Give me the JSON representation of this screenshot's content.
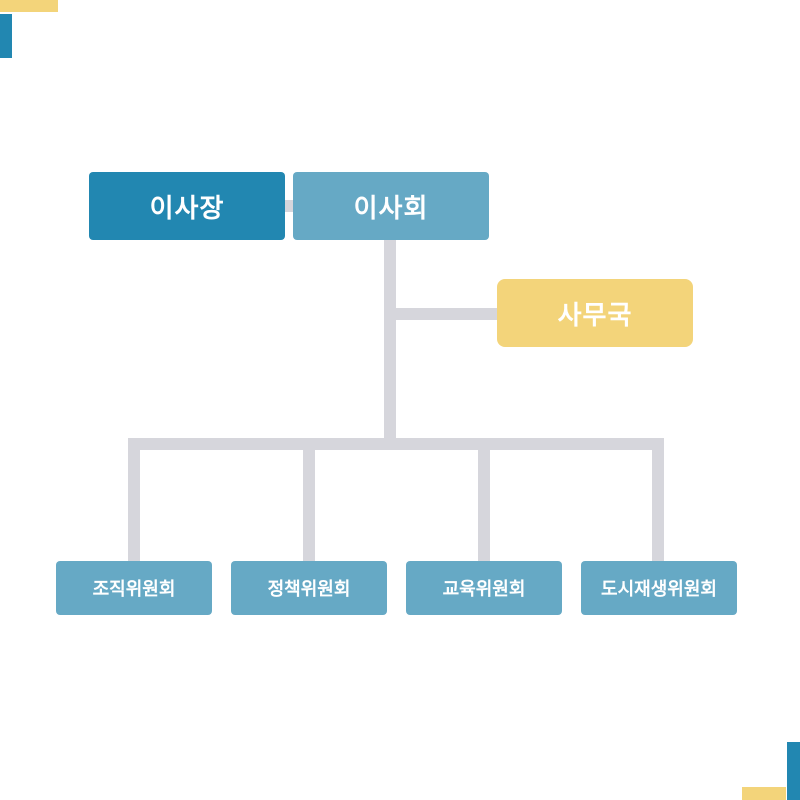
{
  "colors": {
    "chair": "#2287b1",
    "board": "#66a9c5",
    "office": "#f3d47a",
    "committee": "#66a9c5",
    "connector": "#d6d6dc",
    "corner_yellow": "#f3d47a",
    "corner_blue": "#2287b1"
  },
  "org": {
    "chair": "이사장",
    "board": "이사회",
    "office": "사무국",
    "committees": [
      "조직위원회",
      "정책위원회",
      "교육위원회",
      "도시재생위원회"
    ]
  }
}
